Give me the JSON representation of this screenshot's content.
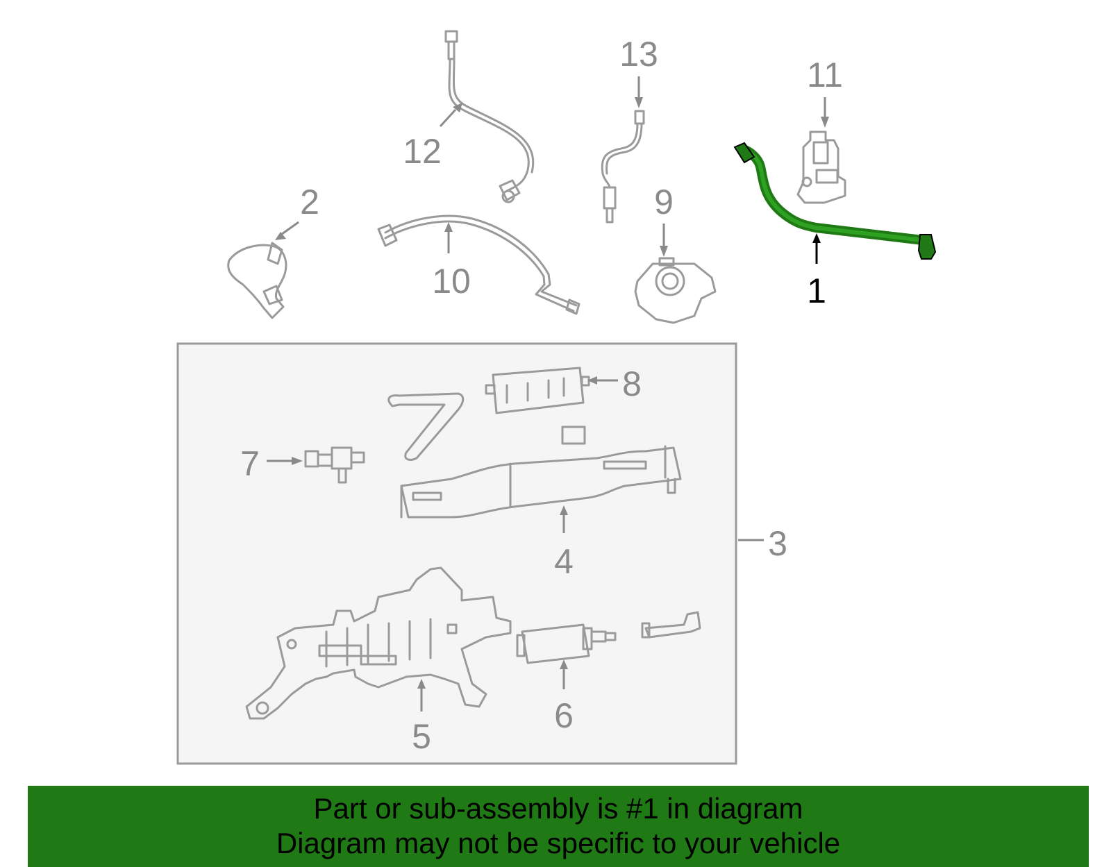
{
  "callouts": {
    "c1": "1",
    "c2": "2",
    "c3": "3",
    "c4": "4",
    "c5": "5",
    "c6": "6",
    "c7": "7",
    "c8": "8",
    "c9": "9",
    "c10": "10",
    "c11": "11",
    "c12": "12",
    "c13": "13"
  },
  "highlight_color": "#1f7a16",
  "banner": {
    "line1": "Part or sub-assembly is #1 in diagram",
    "line2": "Diagram may not be specific to your vehicle"
  }
}
